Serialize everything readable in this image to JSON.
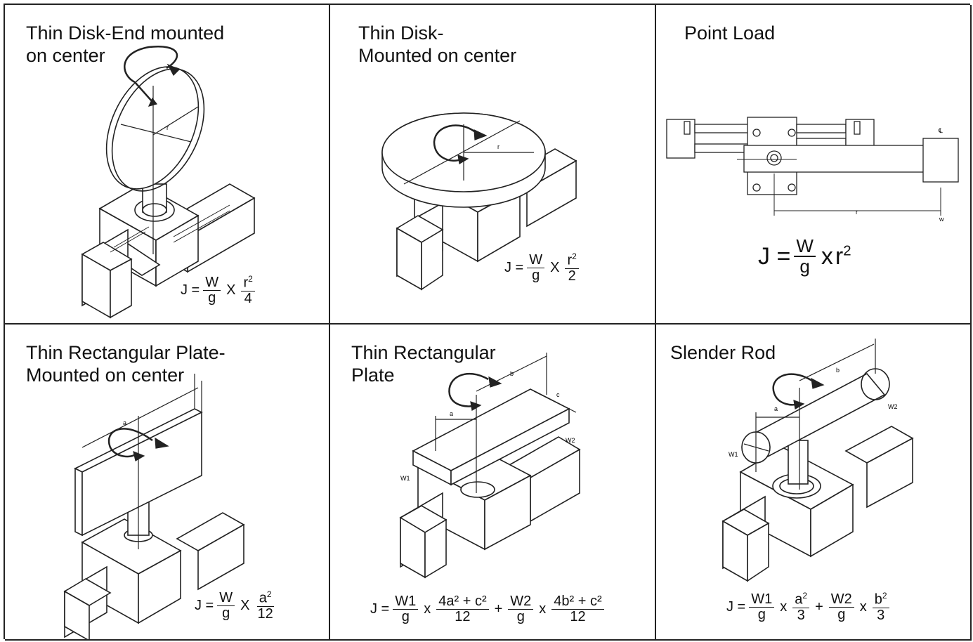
{
  "panels": [
    {
      "title": "Thin Disk-End mounted\non center",
      "formula": {
        "lhs": "J =",
        "f1_num": "W",
        "f1_den": "g",
        "op": "X",
        "f2_num_base": "r",
        "f2_num_sup": "2",
        "f2_den": "4"
      },
      "labels": {
        "r": "r"
      }
    },
    {
      "title": "Thin Disk-\nMounted on center",
      "formula": {
        "lhs": "J =",
        "f1_num": "W",
        "f1_den": "g",
        "op": "X",
        "f2_num_base": "r",
        "f2_num_sup": "2",
        "f2_den": "2"
      },
      "labels": {
        "r": "r"
      }
    },
    {
      "title": "Point Load",
      "formula": {
        "lhs": "J =",
        "f1_num": "W",
        "f1_den": "g",
        "op": "x",
        "tail_base": "r",
        "tail_sup": "2"
      },
      "labels": {
        "r": "r",
        "w": "w",
        "cl": "℄"
      }
    },
    {
      "title": "Thin Rectangular Plate-\nMounted on center",
      "formula": {
        "lhs": "J =",
        "f1_num": "W",
        "f1_den": "g",
        "op": "X",
        "f2_num_base": "a",
        "f2_num_sup": "2",
        "f2_den": "12"
      },
      "labels": {
        "a": "a"
      }
    },
    {
      "title": "Thin Rectangular\nPlate",
      "formula": {
        "lhs": "J =",
        "f1_num": "W1",
        "f1_den": "g",
        "op1": "x",
        "f2_num": "4a² + c²",
        "f2_den": "12",
        "plus": "+",
        "f3_num": "W2",
        "f3_den": "g",
        "op2": "x",
        "f4_num": "4b² + c²",
        "f4_den": "12"
      },
      "labels": {
        "a": "a",
        "b": "b",
        "c": "c",
        "w1": "W1",
        "w2": "W2"
      }
    },
    {
      "title": "Slender Rod",
      "formula": {
        "lhs": "J =",
        "f1_num": "W1",
        "f1_den": "g",
        "op1": "x",
        "f2_num_base": "a",
        "f2_num_sup": "2",
        "f2_den": "3",
        "plus": "+",
        "f3_num": "W2",
        "f3_den": "g",
        "op2": "x",
        "f4_num_base": "b",
        "f4_num_sup": "2",
        "f4_den": "3"
      },
      "labels": {
        "a": "a",
        "b": "b",
        "w1": "W1",
        "w2": "W2"
      }
    }
  ]
}
